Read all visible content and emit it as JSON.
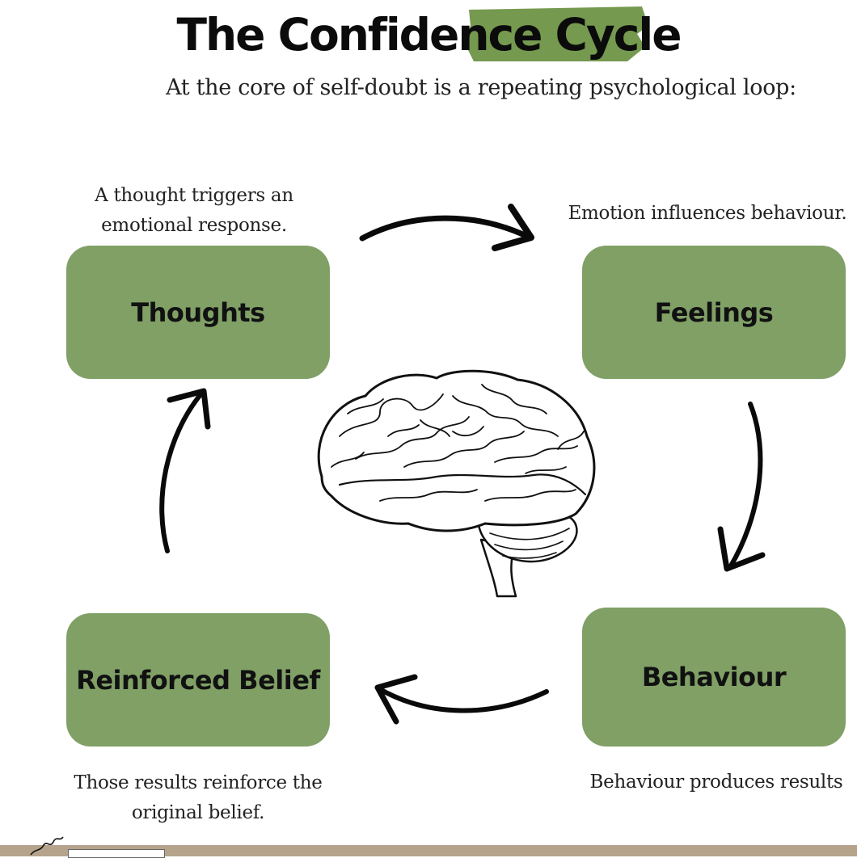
{
  "title": "The Confidence Cycle",
  "subtitle": "At the core of self-doubt is a repeating psychological loop:",
  "colors": {
    "box_fill": "#80a066",
    "title_highlight": "#6e9346",
    "bottom_bar": "#b5a38c"
  },
  "nodes": {
    "thoughts": "Thoughts",
    "feelings": "Feelings",
    "behaviour": "Behaviour",
    "belief": "Reinforced Belief"
  },
  "captions": {
    "thoughts": [
      "A thought triggers an",
      "emotional response."
    ],
    "feelings": "Emotion influences behaviour.",
    "behaviour": "Behaviour produces results",
    "belief": [
      "Those results reinforce the",
      "original belief."
    ]
  },
  "center_image": "brain-illustration"
}
